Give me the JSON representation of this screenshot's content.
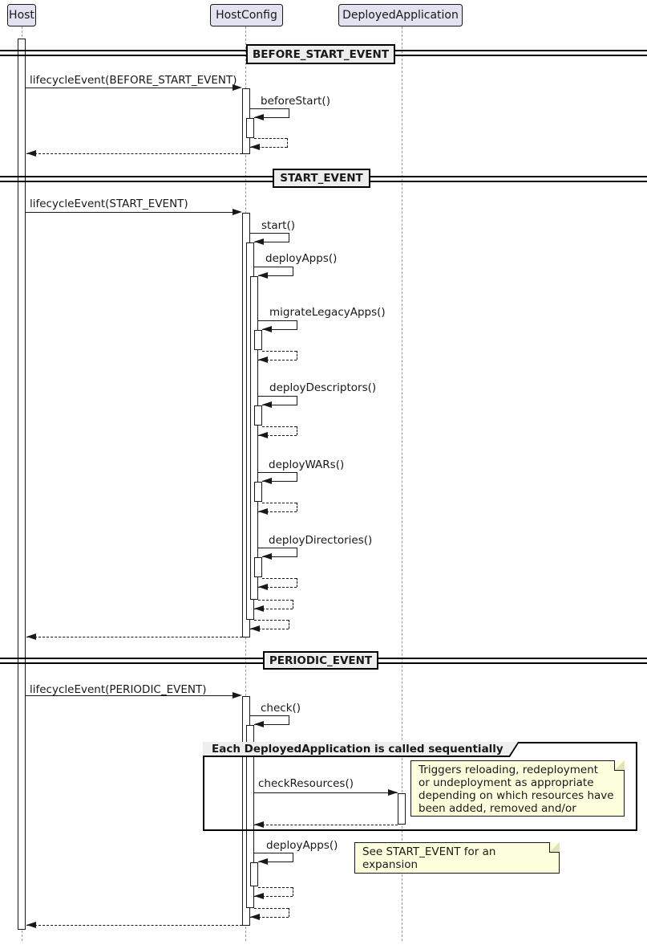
{
  "participants": [
    {
      "name": "Host"
    },
    {
      "name": "HostConfig"
    },
    {
      "name": "DeployedApplication"
    }
  ],
  "dividers": {
    "before_start": "BEFORE_START_EVENT",
    "start": "START_EVENT",
    "periodic": "PERIODIC_EVENT"
  },
  "messages": {
    "lifecycle_before_start": "lifecycleEvent(BEFORE_START_EVENT)",
    "before_start": "beforeStart()",
    "lifecycle_start": "lifecycleEvent(START_EVENT)",
    "start": "start()",
    "deploy_apps": "deployApps()",
    "migrate_legacy_apps": "migrateLegacyApps()",
    "deploy_descriptors": "deployDescriptors()",
    "deploy_wars": "deployWARs()",
    "deploy_directories": "deployDirectories()",
    "lifecycle_periodic": "lifecycleEvent(PERIODIC_EVENT)",
    "check": "check()",
    "check_resources": "checkResources()",
    "deploy_apps_periodic": "deployApps()"
  },
  "frame": {
    "title": "Each DeployedApplication is called sequentially"
  },
  "notes": {
    "check_resources_note": "Triggers reloading, redeployment\nor undeployment as appropriate\ndepending on which resources have\nbeen added, removed and/or changed.",
    "deploy_apps_note": "See START_EVENT for an expansion\nof the deployApps() call."
  },
  "colors": {
    "participant_fill": "#E2E2F0",
    "note_fill": "#FEFFDD",
    "divider_fill": "#EEEEEE",
    "line": "#181818",
    "lifeline": "#9A9A9A"
  }
}
